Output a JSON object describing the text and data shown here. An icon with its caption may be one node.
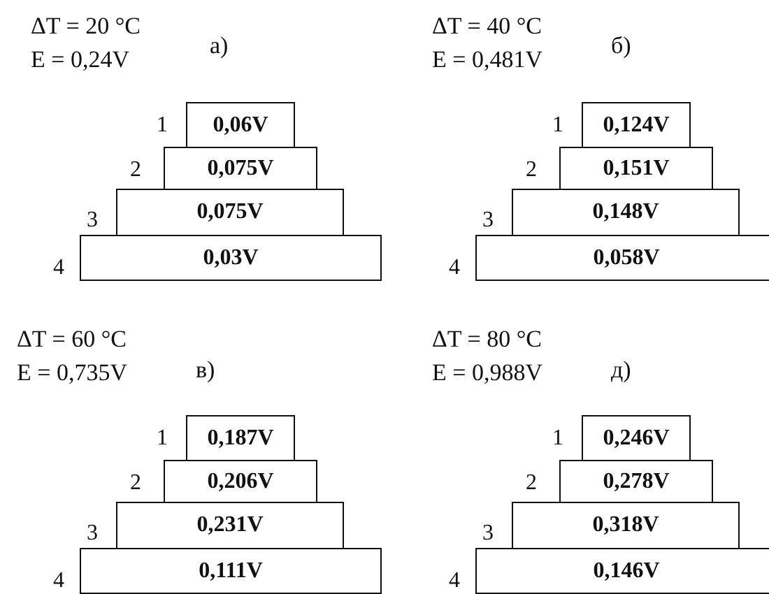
{
  "diagram": {
    "nodes": [
      {
        "text": [
          "0,06V"
        ],
        "beside": [
          "1"
        ]
      },
      {
        "text": [
          "0,075V"
        ],
        "beside": [
          "2"
        ]
      },
      {
        "text": [
          "0,075V"
        ],
        "beside": [
          "3"
        ]
      },
      {
        "text": [
          "0,03V"
        ],
        "beside": [
          "4"
        ]
      },
      {
        "text": [
          "0,124V"
        ],
        "beside": [
          "1"
        ]
      },
      {
        "text": [
          "0,151V"
        ],
        "beside": [
          "2"
        ]
      },
      {
        "text": [
          "0,148V"
        ],
        "beside": [
          "3"
        ]
      },
      {
        "text": [
          "0,058V"
        ],
        "beside": [
          "4"
        ]
      },
      {
        "text": [
          "0,187V"
        ],
        "beside": [
          "1"
        ]
      },
      {
        "text": [
          "0,206V"
        ],
        "beside": [
          "2"
        ]
      },
      {
        "text": [
          "0,231V"
        ],
        "beside": [
          "3"
        ]
      },
      {
        "text": [
          "0,111V"
        ],
        "beside": [
          "4"
        ]
      },
      {
        "text": [
          "0,246V"
        ],
        "beside": [
          "1"
        ]
      },
      {
        "text": [
          "0,278V"
        ],
        "beside": [
          "2"
        ]
      },
      {
        "text": [
          "0,318V"
        ],
        "beside": [
          "3"
        ]
      },
      {
        "text": [
          "0,146V"
        ],
        "beside": [
          "4"
        ]
      }
    ],
    "labels": [
      "ΔT = 20 °C",
      "E = 0,24V",
      "а)",
      "ΔT = 40 °C",
      "E = 0,481V",
      "б)",
      "ΔT = 60 °C",
      "E = 0,735V",
      "в)",
      "ΔT = 80 °C",
      "E = 0,988V",
      "д)"
    ]
  }
}
